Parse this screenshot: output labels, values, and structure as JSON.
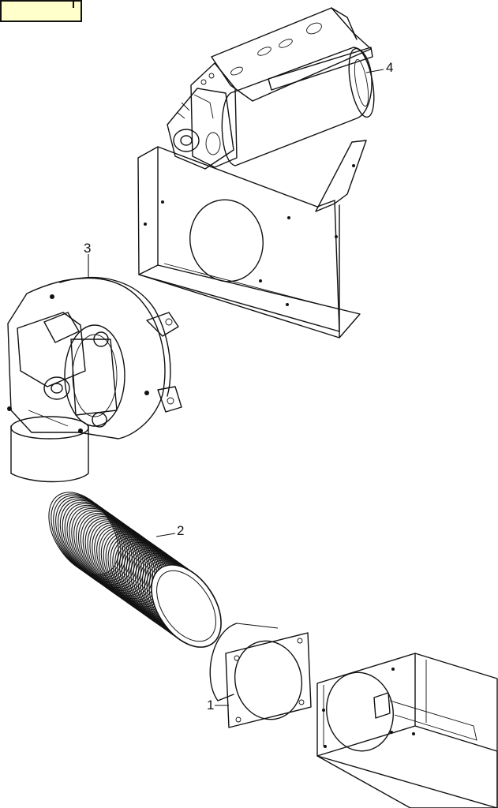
{
  "callouts": {
    "c1": "1",
    "c2": "2",
    "c3": "3",
    "c4": "4"
  },
  "colors": {
    "panel_fill": "#d9d9d9",
    "panel_fill_dark": "#bdbdbd",
    "label_box_fill": "#ffffcc",
    "line": "#111111"
  }
}
